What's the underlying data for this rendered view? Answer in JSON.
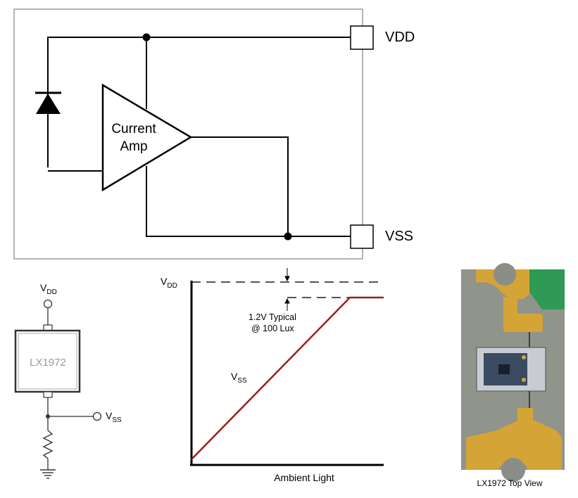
{
  "block_diagram": {
    "amp_label_line1": "Current",
    "amp_label_line2": "Amp",
    "pin_vdd": "VDD",
    "pin_vss": "VSS"
  },
  "app_circuit": {
    "vdd_main": "V",
    "vdd_sub": "DD",
    "chip_label": "LX1972",
    "vss_main": "V",
    "vss_sub": "SS"
  },
  "graph": {
    "vdd_main": "V",
    "vdd_sub": "DD",
    "annotation_line1": "1.2V Typical",
    "annotation_line2": "@ 100 Lux",
    "curve_main": "V",
    "curve_sub": "SS",
    "xlabel": "Ambient Light",
    "colors": {
      "curve": "#a01c1c",
      "axis": "#000000",
      "dashed": "#555555"
    }
  },
  "photo": {
    "caption": "LX1972 Top View",
    "colors": {
      "board": "#8a8e86",
      "gold": "#d4a437",
      "green": "#2f9a55",
      "die": "#3a4a60"
    }
  }
}
